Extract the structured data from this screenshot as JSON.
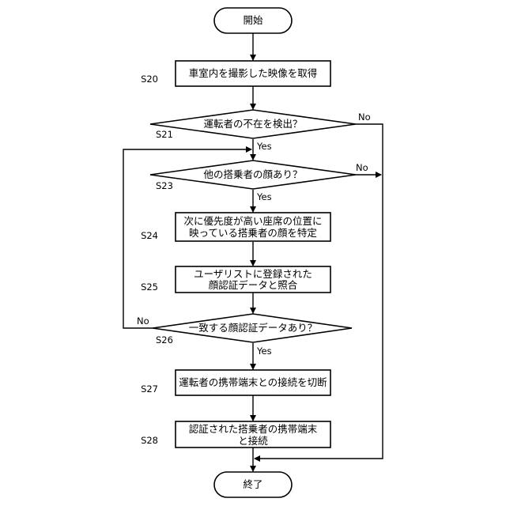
{
  "start": "開始",
  "end": "終了",
  "steps": {
    "s20": {
      "id": "S20",
      "text": "車室内を撮影した映像を取得"
    },
    "s21": {
      "id": "S21",
      "text": "運転者の不在を検出？"
    },
    "s23": {
      "id": "S23",
      "text": "他の搭乗者の顔あり？"
    },
    "s24": {
      "id": "S24",
      "line1": "次に優先度が高い座席の位置に",
      "line2": "映っている搭乗者の顔を特定"
    },
    "s25": {
      "id": "S25",
      "line1": "ユーザリストに登録された",
      "line2": "顔認証データと照合"
    },
    "s26": {
      "id": "S26",
      "text": "一致する顔認証データあり？"
    },
    "s27": {
      "id": "S27",
      "text": "運転者の携帯端末との接続を切断"
    },
    "s28": {
      "id": "S28",
      "line1": "認証された搭乗者の携帯端末",
      "line2": "と接続"
    }
  },
  "branches": {
    "yes": "Yes",
    "no": "No"
  }
}
